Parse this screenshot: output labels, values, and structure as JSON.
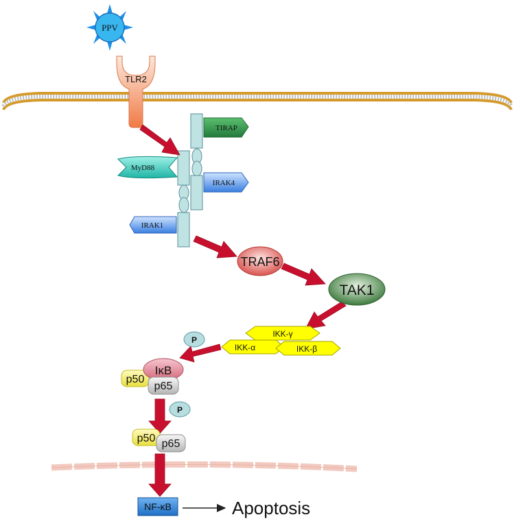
{
  "colors": {
    "arrow": "#c8102e",
    "membrane": "#e6a94a",
    "nuclear_membrane": "#f2c9bf",
    "tlr2": "#f39c76",
    "receptor_box": "#bfe3e3",
    "tirap": "#2e8b57",
    "myd88": "#2ec4b6",
    "irak": "#4d8fe6",
    "traf6": "#d9534f",
    "tak1": "#3d7a3d",
    "ikk": "#ffff00",
    "phospho": "#b7dde0",
    "p50": "#f7f06e",
    "p65": "#cfcfcf",
    "ikb": "#e07b8a",
    "nfkb": "#2e86d6",
    "ppv": "#1e90ff"
  },
  "nodes": {
    "ppv": "PPV",
    "tlr2": "TLR2",
    "tirap": "TIRAP",
    "myd88": "MyD88",
    "irak4": "IRAK4",
    "irak1": "IRAK1",
    "traf6": "TRAF6",
    "tak1": "TAK1",
    "ikk_gamma": "IKK-γ",
    "ikk_alpha": "IKK-α",
    "ikk_beta": "IKK-β",
    "phospho_1": "P",
    "phospho_2": "P",
    "ikb": "IκB",
    "p50_cytosol": "p50",
    "p65_cytosol": "p65",
    "p50_nuclear": "p50",
    "p65_nuclear": "p65",
    "nfkb": "NF-κB",
    "apoptosis": "Apoptosis"
  }
}
